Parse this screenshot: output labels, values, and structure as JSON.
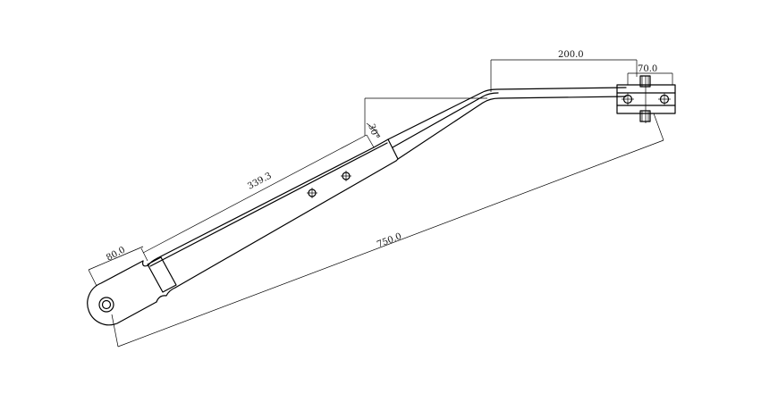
{
  "drawing": {
    "dimensions": {
      "top_length": "200.0",
      "bracket_width": "70.0",
      "arm_length": "339.3",
      "angle": "30°",
      "base_width": "80.0",
      "overall_length": "750.0"
    }
  }
}
